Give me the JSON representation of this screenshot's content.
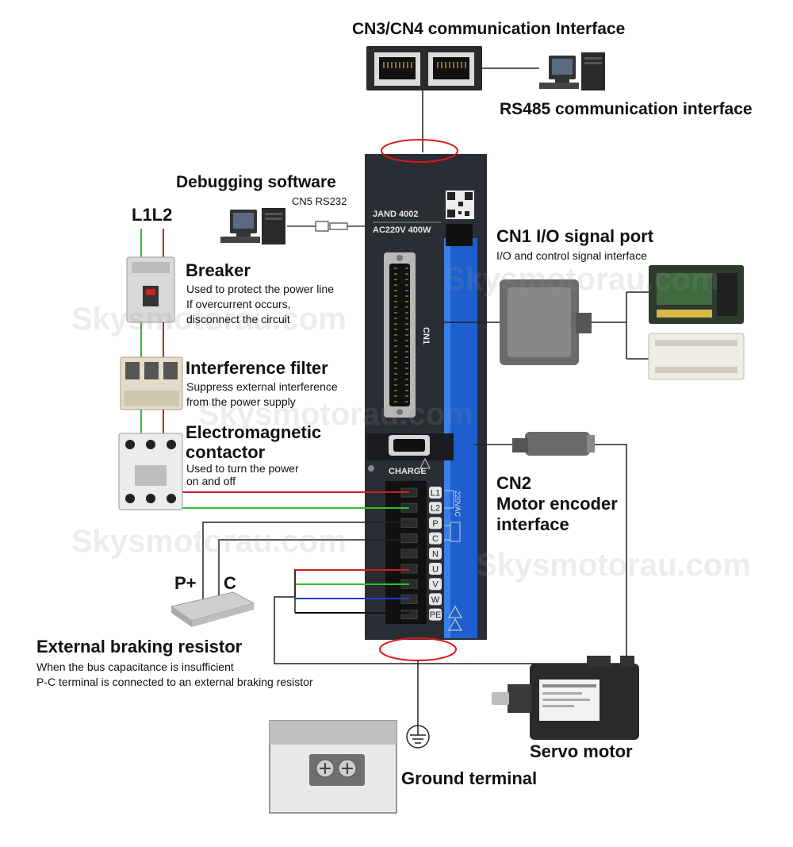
{
  "labels": {
    "cn3_cn4": "CN3/CN4 communication Interface",
    "rs485": "RS485 communication interface",
    "debug_title": "Debugging software",
    "debug_sub": "CN5 RS232",
    "l1l2": "L1L2",
    "breaker_title": "Breaker",
    "breaker_desc": [
      "Used to protect the power line",
      "If overcurrent occurs,",
      "disconnect the circuit"
    ],
    "filter_title": "Interference filter",
    "filter_desc": [
      "Suppress external interference",
      "from the power supply"
    ],
    "contactor_title": [
      "Electromagnetic",
      "contactor"
    ],
    "contactor_desc": [
      "Used to turn the power",
      " on and off"
    ],
    "cn1_title": "CN1   I/O signal port",
    "cn1_sub": "I/O and control signal interface",
    "cn2_title": [
      "CN2",
      "Motor encoder",
      "interface"
    ],
    "pc_label_p": "P+",
    "pc_label_c": "C",
    "resistor_title": "External braking resistor",
    "resistor_desc": [
      "When the bus capacitance is insufficient",
      "P-C terminal is connected to an external braking resistor"
    ],
    "servo_motor": "Servo motor",
    "ground": "Ground terminal"
  },
  "drive": {
    "model": "JAND 4002",
    "rating": "AC220V 400W",
    "connector_text": "CN1",
    "charge": "CHARGE",
    "voltage": "220VAC",
    "terminals": [
      "L1",
      "L2",
      "P",
      "C",
      "N",
      "U",
      "V",
      "W",
      "PE"
    ]
  },
  "watermark": "Skysmotorau.com",
  "colors": {
    "live": "#cc1f1f",
    "neutral": "#2dc02d",
    "phase_w": "#1f3fcc",
    "drive_body": "#2a2d33",
    "drive_blue": "#1d5fcf",
    "highlight_ring": "#e01818"
  }
}
